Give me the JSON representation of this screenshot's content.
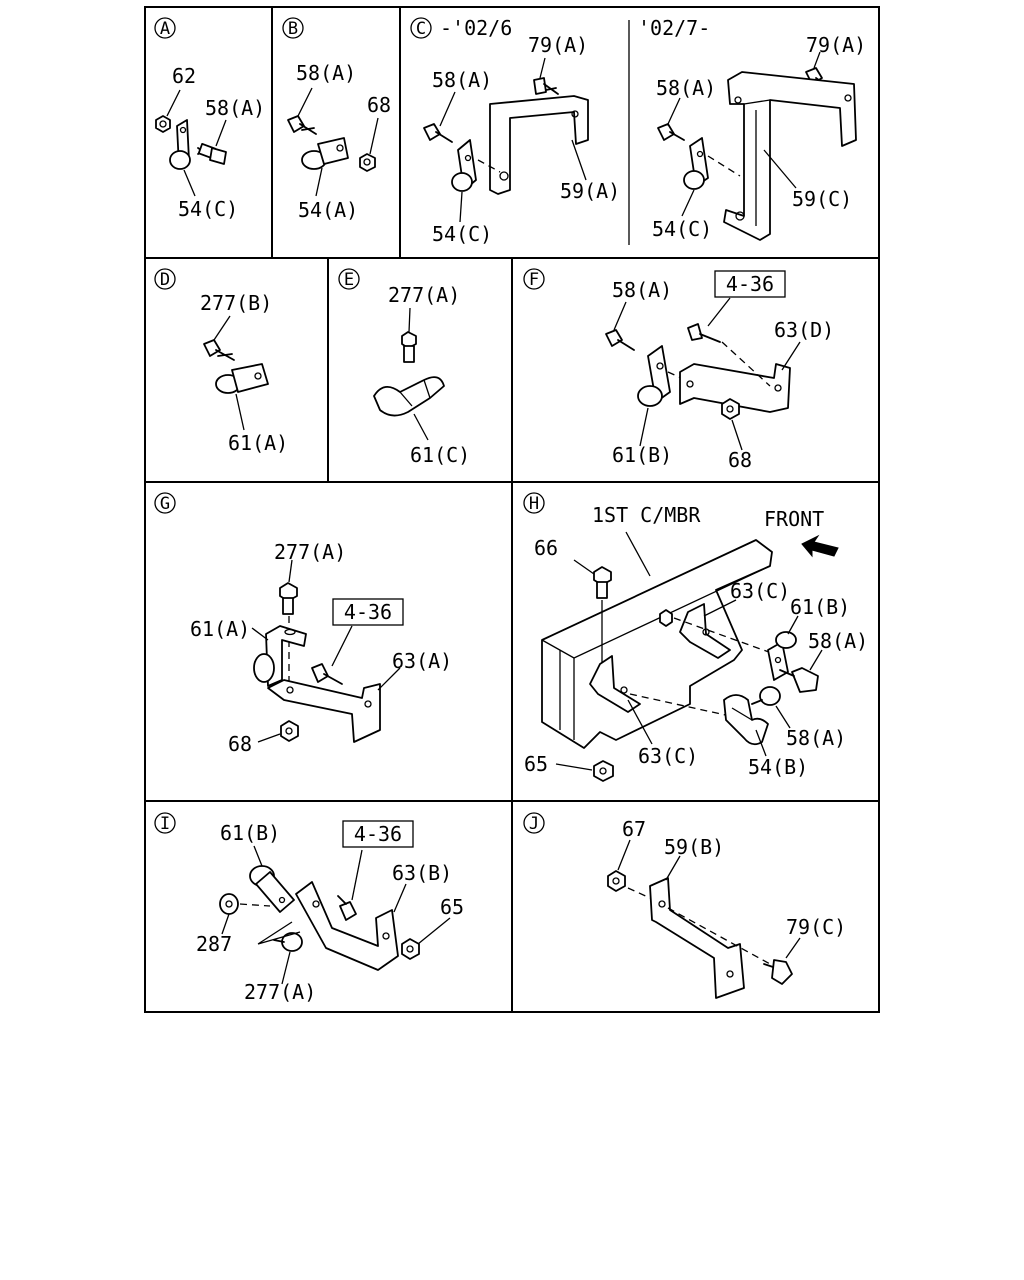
{
  "panels": {
    "A": {
      "letter": "A",
      "labels": [
        "62",
        "58(A)",
        "54(C)"
      ]
    },
    "B": {
      "letter": "B",
      "labels": [
        "58(A)",
        "68",
        "54(A)"
      ]
    },
    "C": {
      "letter": "C",
      "date_from": "-'02/6",
      "date_to": "'02/7-",
      "labels_left": [
        "79(A)",
        "58(A)",
        "59(A)",
        "54(C)"
      ],
      "labels_right": [
        "79(A)",
        "58(A)",
        "59(C)",
        "54(C)"
      ]
    },
    "D": {
      "letter": "D",
      "labels": [
        "277(B)",
        "61(A)"
      ]
    },
    "E": {
      "letter": "E",
      "labels": [
        "277(A)",
        "61(C)"
      ]
    },
    "F": {
      "letter": "F",
      "ref": "4-36",
      "labels": [
        "58(A)",
        "63(D)",
        "61(B)",
        "68"
      ]
    },
    "G": {
      "letter": "G",
      "ref": "4-36",
      "labels": [
        "277(A)",
        "61(A)",
        "63(A)",
        "68"
      ]
    },
    "H": {
      "letter": "H",
      "member": "1ST C/MBR",
      "front": "FRONT",
      "labels": [
        "66",
        "63(C)",
        "61(B)",
        "58(A)",
        "58(A)",
        "54(B)",
        "63(C)",
        "65"
      ]
    },
    "I": {
      "letter": "I",
      "ref": "4-36",
      "labels": [
        "61(B)",
        "63(B)",
        "65",
        "287",
        "277(A)"
      ]
    },
    "J": {
      "letter": "J",
      "labels": [
        "67",
        "59(B)",
        "79(C)"
      ]
    }
  }
}
